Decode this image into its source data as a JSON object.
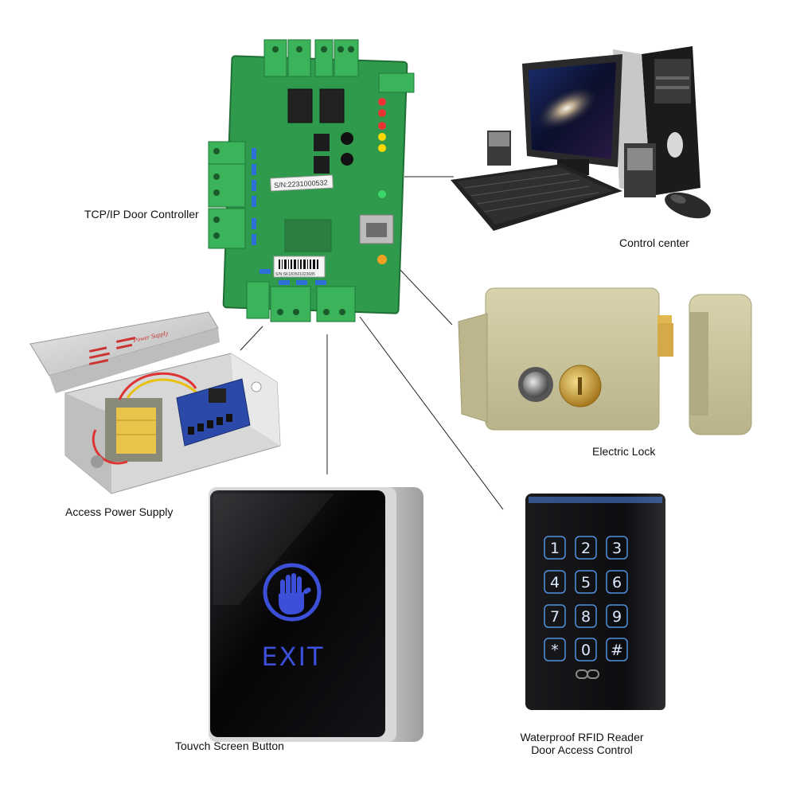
{
  "labels": {
    "controller": "TCP/IP Door Controller",
    "control_center": "Control center",
    "electric_lock": "Electric Lock",
    "power_supply": "Access Power Supply",
    "exit_button": "Touvch Screen Button",
    "rfid_reader_line1": "Waterproof RFID Reader",
    "rfid_reader_line2": "Door Access Control"
  },
  "board": {
    "serial_sticker": "S/N:2231000532",
    "barcode_text": "S/N:SK183501023685"
  },
  "power_box": {
    "lid_text": "Power Supply"
  },
  "exit_button": {
    "text": "EXIT"
  },
  "keypad": {
    "keys": [
      "1",
      "2",
      "3",
      "4",
      "5",
      "6",
      "7",
      "8",
      "9",
      "*",
      "0",
      "#"
    ]
  },
  "colors": {
    "pcb_green": "#2f9a4c",
    "terminal_green": "#3bb35a",
    "exit_blue": "#3c4fd8",
    "keypad_glow": "#5aa8ff",
    "lock_beige": "#c9c39a"
  }
}
